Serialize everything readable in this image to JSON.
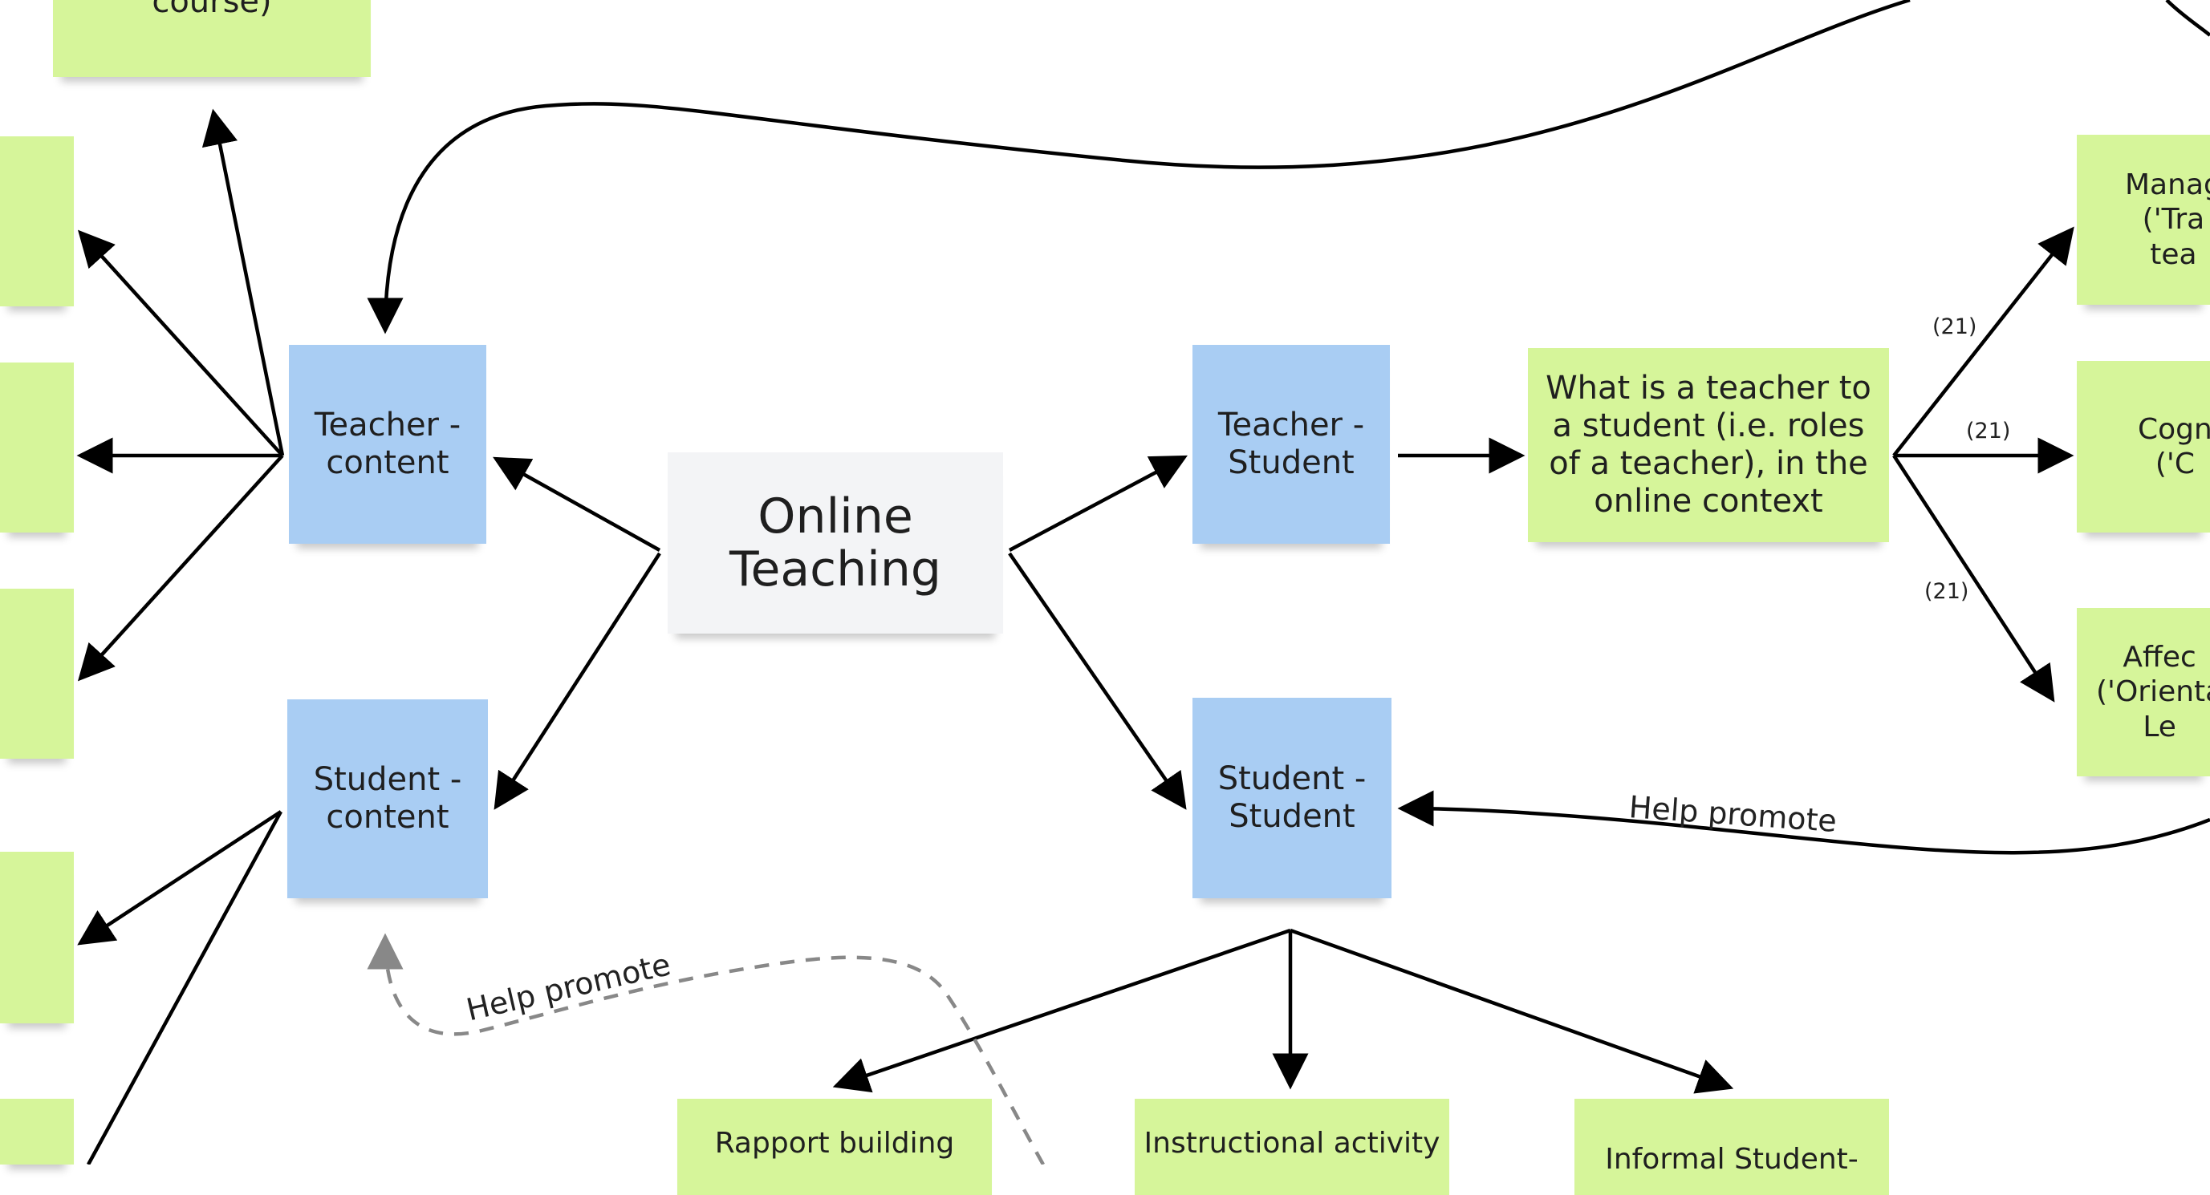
{
  "center": {
    "label": "Online\nTeaching"
  },
  "interactions": {
    "teacher_content": "Teacher -\ncontent",
    "student_content": "Student -\ncontent",
    "teacher_student": "Teacher -\nStudent",
    "student_student": "Student -\nStudent"
  },
  "roles_question": "What is a teacher to\na student (i.e. roles\nof a teacher), in the\nonline context",
  "roles": {
    "management": "Manag\n('Tra\ntea",
    "cognitive": "Cogn\n('C",
    "affective": "Affec\n('Orienta\nLe"
  },
  "top_note": "(Beyond the course)",
  "student_student_children": {
    "rapport": "Rapport building",
    "instructional": "Instructional activity",
    "informal": "Informal Student-"
  },
  "edge_labels": {
    "count_1": "(21)",
    "count_2": "(21)",
    "count_3": "(21)",
    "help_promote_solid": "Help promote",
    "help_promote_dashed": "Help promote"
  },
  "colors": {
    "green_note": "#d6f59a",
    "blue_note": "#a9cdf3",
    "grey_note": "#f3f4f6",
    "arrow": "#000000",
    "dashed_arrow": "#888888"
  }
}
